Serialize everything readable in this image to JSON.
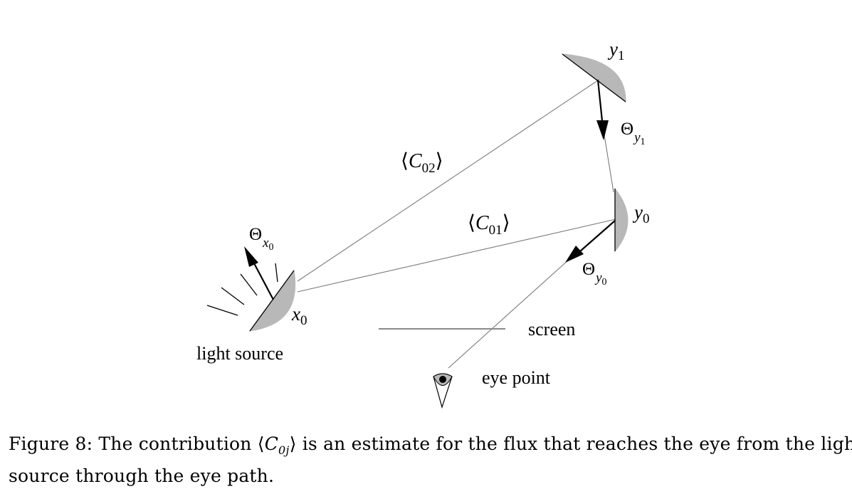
{
  "labels": {
    "y1": {
      "base": "y",
      "sub": "1"
    },
    "theta_y1": {
      "base": "Θ",
      "sub_base": "y",
      "sub_sub": "1"
    },
    "c02": {
      "open": "⟨",
      "base": "C",
      "sub": "02",
      "close": "⟩"
    },
    "c01": {
      "open": "⟨",
      "base": "C",
      "sub": "01",
      "close": "⟩"
    },
    "y0": {
      "base": "y",
      "sub": "0"
    },
    "theta_x0": {
      "base": "Θ",
      "sub_base": "x",
      "sub_sub": "0"
    },
    "theta_y0": {
      "base": "Θ",
      "sub_base": "y",
      "sub_sub": "0"
    },
    "x0": {
      "base": "x",
      "sub": "0"
    },
    "light_source": "light source",
    "screen": "screen",
    "eye_point": "eye point"
  },
  "caption": {
    "line1_a": "Figure 8: The contribution ",
    "line1_math_open": "⟨",
    "line1_math_base": "C",
    "line1_math_sub": "0j",
    "line1_math_close": "⟩",
    "line1_b": " is an estimate for the flux that reaches the eye from the light",
    "line2": "source through the eye path."
  }
}
